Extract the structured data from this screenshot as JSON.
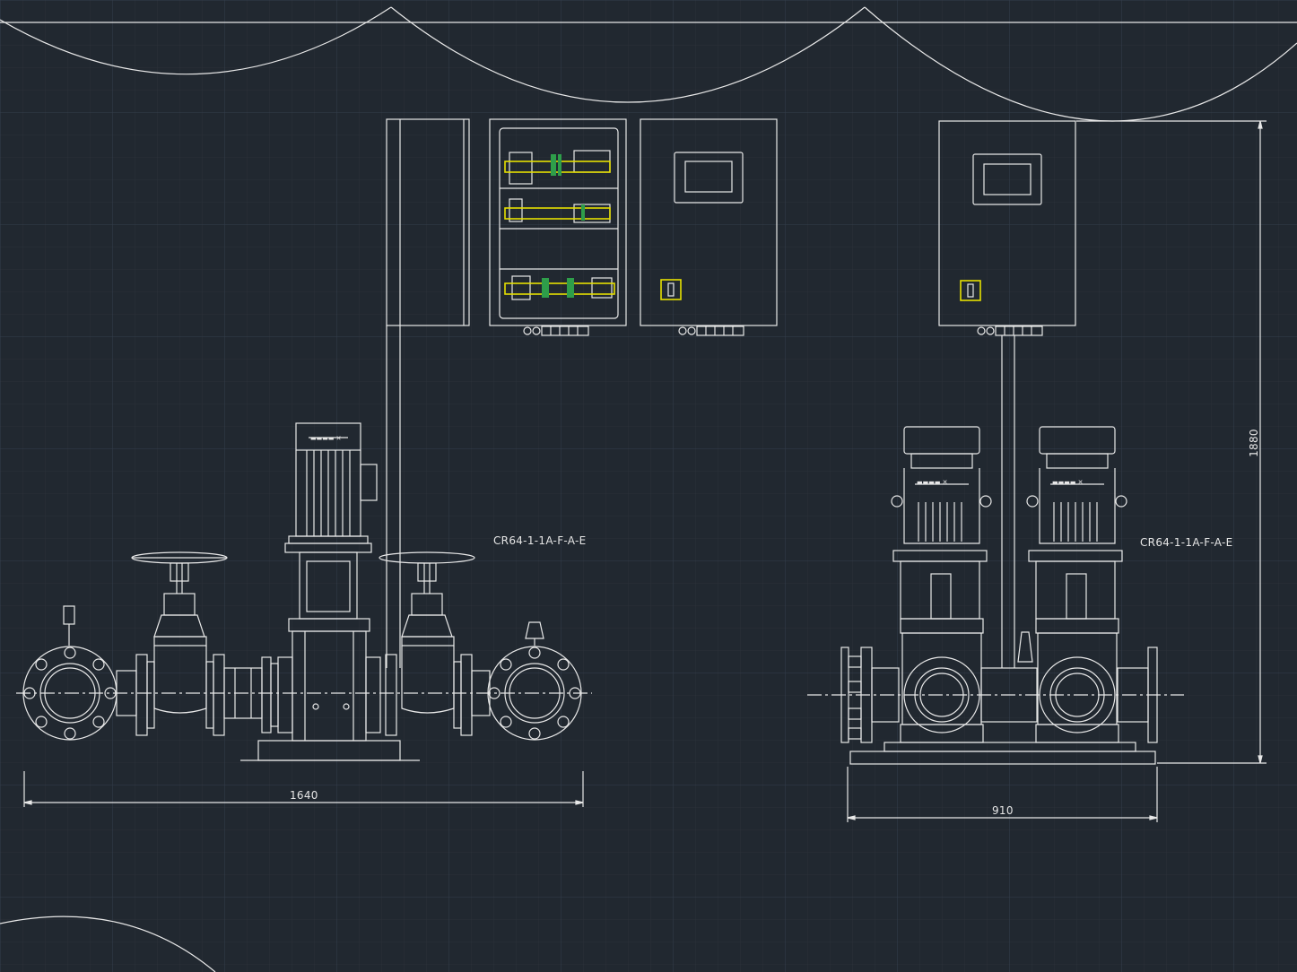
{
  "labels": {
    "model_left": "CR64-1-1A-F-A-E",
    "model_right": "CR64-1-1A-F-A-E",
    "dim_left_width": "1640",
    "dim_right_width": "910",
    "dim_right_height": "1880"
  },
  "colors": {
    "background": "#212830",
    "grid_minor": "#2b323c",
    "grid_major": "#36414f",
    "line": "#e8e8e8",
    "highlight": "#e6e000",
    "component_green": "#2e9e4a"
  },
  "icons": {
    "switch_left": "key-switch-icon",
    "switch_right": "key-switch-icon",
    "pump_brand": "grundfos-x-logo"
  }
}
